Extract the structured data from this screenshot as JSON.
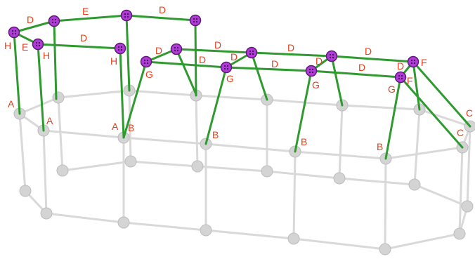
{
  "labels": {
    "A": "A",
    "B": "B",
    "C": "C",
    "D": "D",
    "E": "E",
    "F": "F",
    "G": "G",
    "H": "H"
  },
  "colors": {
    "frame": "#d9d9d9",
    "strut": "#2f9a2f",
    "hub": "#b03bd6",
    "label": "#e8401c"
  }
}
